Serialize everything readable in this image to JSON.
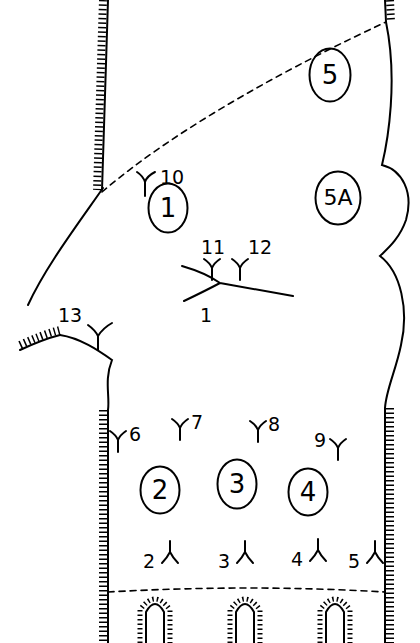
{
  "diagram": {
    "nodes": [
      {
        "text": [
          "5"
        ]
      },
      {
        "text": [
          "1"
        ]
      },
      {
        "text": [
          "5A"
        ]
      },
      {
        "text": [
          "2"
        ]
      },
      {
        "text": [
          "3"
        ]
      },
      {
        "text": [
          "4"
        ]
      }
    ],
    "labels": [
      "10",
      "11",
      "12",
      "1",
      "13",
      "6",
      "7",
      "8",
      "9",
      "2",
      "3",
      "4",
      "5"
    ]
  }
}
